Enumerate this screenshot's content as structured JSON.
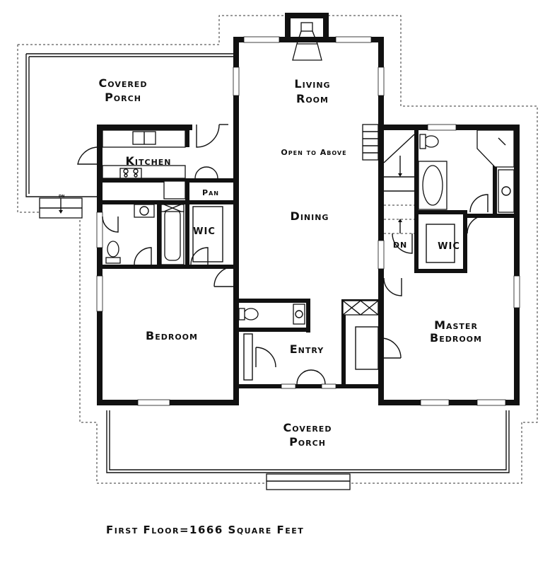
{
  "plan": {
    "rooms": {
      "covered_porch_rear": [
        "Covered",
        "Porch"
      ],
      "living_room": [
        "Living",
        "Room"
      ],
      "open_to_above": "Open to Above",
      "kitchen": "Kitchen",
      "pantry": "Pan",
      "wic_left": "WIC",
      "dining": "Dining",
      "wic_right": "WIC",
      "dn": "DN",
      "dn_small": "DN",
      "bedroom": "Bedroom",
      "entry": "Entry",
      "master_bedroom": [
        "Master",
        "Bedroom"
      ],
      "covered_porch_front": [
        "Covered",
        "Porch"
      ]
    },
    "caption": "First Floor=1666 Square Feet",
    "colors": {
      "wall": "#111111",
      "background": "#ffffff"
    }
  }
}
